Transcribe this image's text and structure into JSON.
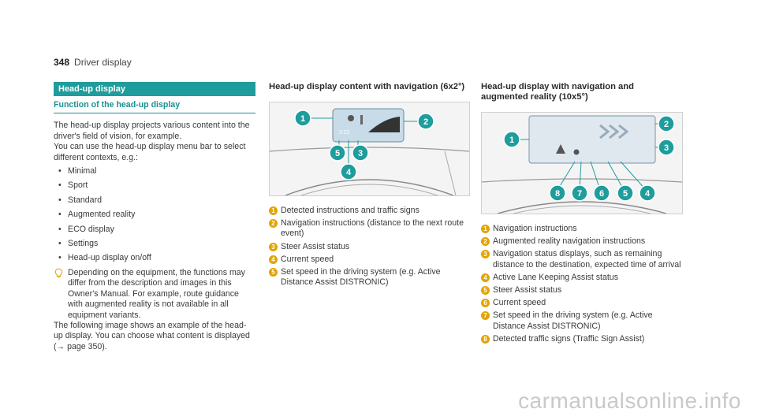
{
  "page": {
    "number": "348",
    "section": "Driver display"
  },
  "left": {
    "bar_title": "Head-up display",
    "subheading": "Function of the head-up display",
    "para1": "The head-up display projects various content into the driver's field of vision, for example.",
    "para2": "You can use the head-up display menu bar to select different contexts, e.g.:",
    "bullets": [
      "Minimal",
      "Sport",
      "Standard",
      "Augmented reality",
      "ECO display",
      "Settings",
      "Head-up display on/off"
    ],
    "note": "Depending on the equipment, the functions may differ from the description and images in this Owner's Manual. For example, route guidance with augmented reality is not available in all equipment variants.",
    "para3": "The following image shows an example of the head-up display. You can choose what content is displayed (→ page 350)."
  },
  "middle": {
    "heading": "Head-up display content with navigation (6x2°)",
    "items": [
      {
        "n": "1",
        "text": "Detected instructions and traffic signs"
      },
      {
        "n": "2",
        "text": "Navigation instructions (distance to the next route event)"
      },
      {
        "n": "3",
        "text": "Steer Assist status"
      },
      {
        "n": "4",
        "text": "Current speed"
      },
      {
        "n": "5",
        "text": "Set speed in the driving system (e.g. Active Distance Assist DISTRONIC)"
      }
    ]
  },
  "right": {
    "heading": "Head-up display with navigation and augmented reality (10x5°)",
    "items": [
      {
        "n": "1",
        "text": "Navigation instructions"
      },
      {
        "n": "2",
        "text": "Augmented reality navigation instructions"
      },
      {
        "n": "3",
        "text": "Navigation status displays, such as remaining distance to the destination, expected time of arrival"
      },
      {
        "n": "4",
        "text": "Active Lane Keeping Assist status"
      },
      {
        "n": "5",
        "text": "Steer Assist status"
      },
      {
        "n": "6",
        "text": "Current speed"
      },
      {
        "n": "7",
        "text": "Set speed in the driving system (e.g. Active Distance Assist DISTRONIC)"
      },
      {
        "n": "8",
        "text": "Detected traffic signs (Traffic Sign Assist)"
      }
    ]
  },
  "watermark": "carmanualsonline.info",
  "colors": {
    "accent": "#1f9c9c",
    "number_badge": "#e2a400"
  },
  "icons": [
    "info-icon",
    "callout-badge"
  ]
}
